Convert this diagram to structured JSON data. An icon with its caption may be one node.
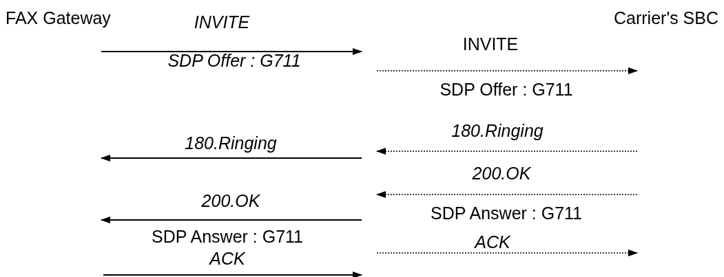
{
  "diagram": {
    "nodes": [
      {
        "text": [
          "FAX Gateway"
        ]
      },
      {
        "text": [
          "Carrier's SBC"
        ]
      }
    ],
    "labels": [
      "INVITE",
      "INVITE",
      "SDP Offer : G711",
      "SDP Offer : G711",
      "180.Ringing",
      "180.Ringing",
      "200.OK",
      "200.OK",
      "SDP Answer : G711",
      "SDP Answer : G711",
      "ACK",
      "ACK"
    ]
  }
}
